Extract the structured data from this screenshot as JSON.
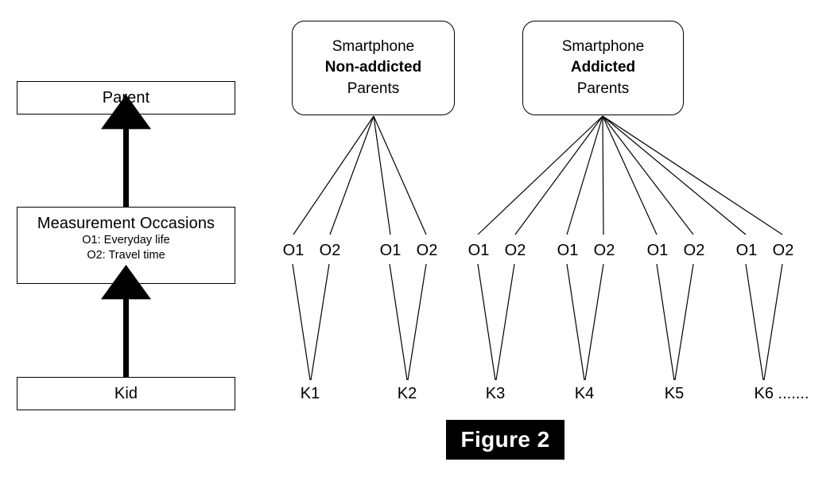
{
  "figure": {
    "caption": "Figure 2"
  },
  "left_panel": {
    "levels": [
      {
        "id": "parent",
        "title": "Parent",
        "sublines": []
      },
      {
        "id": "measurement-occasions",
        "title": "Measurement Occasions",
        "sublines": [
          "O1: Everyday life",
          "O2: Travel time"
        ]
      },
      {
        "id": "kid",
        "title": "Kid",
        "sublines": []
      }
    ],
    "arrows": [
      {
        "from": "kid",
        "to": "measurement-occasions",
        "direction": "up"
      },
      {
        "from": "measurement-occasions",
        "to": "parent",
        "direction": "up"
      }
    ]
  },
  "right_panel": {
    "groups": [
      {
        "id": "non-addicted",
        "lines": [
          {
            "text": "Smartphone",
            "bold": false
          },
          {
            "text": "Non-addicted",
            "bold": true
          },
          {
            "text": "Parents",
            "bold": false
          }
        ],
        "kids": [
          {
            "label": "K1",
            "occasions": [
              "O1",
              "O2"
            ]
          },
          {
            "label": "K2",
            "occasions": [
              "O1",
              "O2"
            ]
          }
        ]
      },
      {
        "id": "addicted",
        "lines": [
          {
            "text": "Smartphone",
            "bold": false
          },
          {
            "text": "Addicted",
            "bold": true
          },
          {
            "text": "Parents",
            "bold": false
          }
        ],
        "kids": [
          {
            "label": "K3",
            "occasions": [
              "O1",
              "O2"
            ]
          },
          {
            "label": "K4",
            "occasions": [
              "O1",
              "O2"
            ]
          },
          {
            "label": "K5",
            "occasions": [
              "O1",
              "O2"
            ]
          },
          {
            "label": "K6 .......",
            "occasions": [
              "O1",
              "O2"
            ]
          }
        ]
      }
    ],
    "occasion_labels_flat": [
      "O1",
      "O2",
      "O1",
      "O2",
      "O1",
      "O2",
      "O1",
      "O2",
      "O1",
      "O2",
      "O1",
      "O2"
    ],
    "kid_labels_flat": [
      "K1",
      "K2",
      "K3",
      "K4",
      "K5",
      "K6 ......."
    ]
  },
  "colors": {
    "stroke": "#000000",
    "background": "#ffffff",
    "caption_background": "#000000",
    "caption_text": "#ffffff"
  }
}
